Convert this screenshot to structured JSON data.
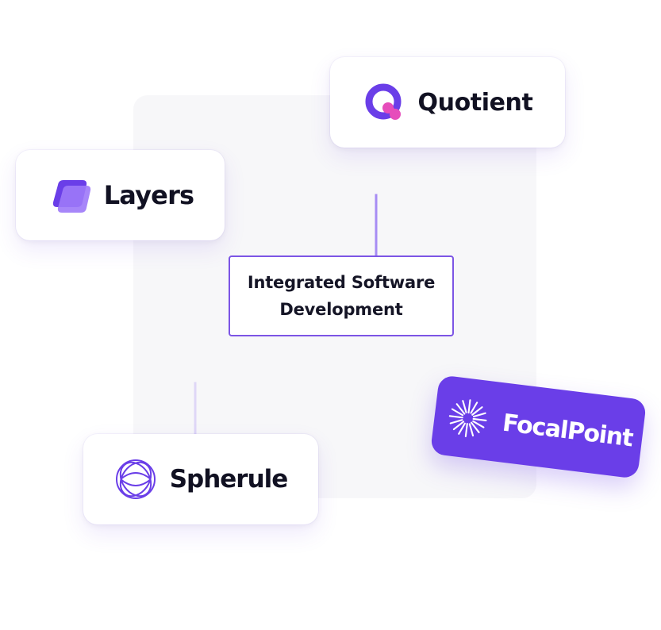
{
  "diagram": {
    "center_label": "Integrated Software Development",
    "nodes": {
      "quotient": {
        "label": "Quotient",
        "icon": "quotient-logo-icon"
      },
      "layers": {
        "label": "Layers",
        "icon": "layers-logo-icon"
      },
      "spherule": {
        "label": "Spherule",
        "icon": "spherule-logo-icon"
      },
      "focalpoint": {
        "label": "FocalPoint",
        "icon": "focalpoint-logo-icon"
      }
    },
    "colors": {
      "accent": "#6A3EE8",
      "accent_light": "#8F67F4",
      "connector": "#8C68F2",
      "quotient_pink": "#E64DBB",
      "text_dark": "#111122",
      "panel_bg": "#F7F7F9"
    }
  }
}
